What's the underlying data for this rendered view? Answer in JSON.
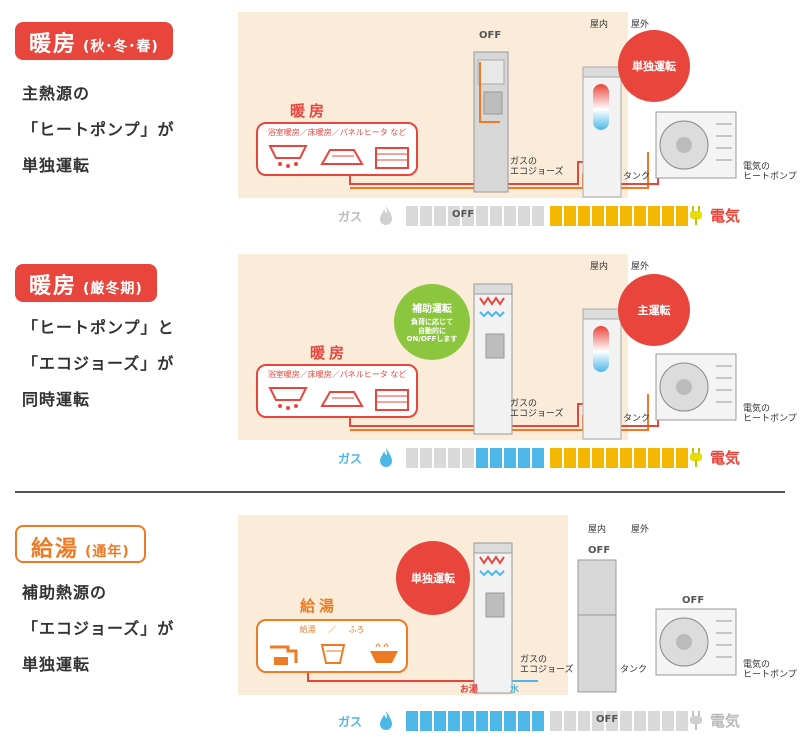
{
  "colors": {
    "red": "#e8453c",
    "orange": "#ee7a24",
    "green": "#8cc63f",
    "blue": "#4db8e8",
    "yellow": "#f5b800",
    "gray": "#d9d9d9",
    "panel": "#fbecd9"
  },
  "sections": [
    {
      "title_main": "暖房",
      "title_sub": "(秋･冬･春)",
      "desc": [
        "主熱源の",
        "「ヒートポンプ」が",
        "単独運転"
      ],
      "heating_title": "暖房",
      "heating_caption": "浴室暖房／床暖房／パネルヒータ など",
      "boiler_status": "OFF",
      "indoor": "屋内",
      "outdoor": "屋外",
      "gas_unit": "ガスの\nエコジョーズ",
      "tank": "タンク",
      "hp_label": "電気の\nヒートポンプ",
      "hp_circle": "単独運転",
      "meter": {
        "gas": "ガス",
        "elec": "電気",
        "off": "OFF",
        "gas_level": 0.0,
        "elec_level": 1.0
      }
    },
    {
      "title_main": "暖房",
      "title_sub": "(厳冬期)",
      "desc": [
        "「ヒートポンプ」と",
        "「エコジョーズ」が",
        "同時運転"
      ],
      "heating_title": "暖房",
      "heating_caption": "浴室暖房／床暖房／パネルヒータ など",
      "indoor": "屋内",
      "outdoor": "屋外",
      "gas_unit": "ガスの\nエコジョーズ",
      "tank": "タンク",
      "hp_label": "電気の\nヒートポンプ",
      "hp_circle": "主運転",
      "aux_circle_title": "補助運転",
      "aux_circle_text": "負荷に応じて\n自動的に\nON/OFFします",
      "meter": {
        "gas": "ガス",
        "elec": "電気",
        "gas_level": 0.5,
        "elec_level": 1.0
      }
    },
    {
      "title_main": "給湯",
      "title_sub": "(通年)",
      "desc": [
        "補助熱源の",
        "「エコジョーズ」が",
        "単独運転"
      ],
      "hot_title": "給湯",
      "hot_caption_1": "給湯",
      "hot_caption_sep": "／",
      "hot_caption_2": "ふろ",
      "indoor": "屋内",
      "outdoor": "屋外",
      "gas_unit": "ガスの\nエコジョーズ",
      "tank": "タンク",
      "tank_status": "OFF",
      "hp_status": "OFF",
      "hp_label": "電気の\nヒートポンプ",
      "boiler_circle": "単独運転",
      "hot_water": "お湯",
      "water": "水",
      "meter": {
        "gas": "ガス",
        "elec": "電気",
        "off": "OFF",
        "gas_level": 1.0,
        "elec_level": 0.0
      }
    }
  ]
}
